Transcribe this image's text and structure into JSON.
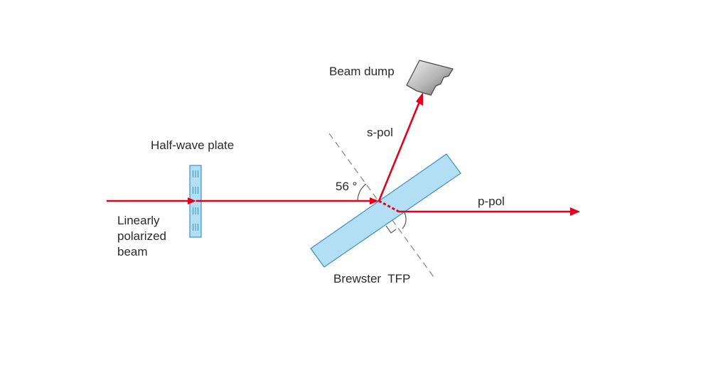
{
  "labels": {
    "half_wave_plate": "Half-wave plate",
    "input_beam": [
      "Linearly",
      "polarized",
      "beam"
    ],
    "beam_dump": "Beam dump",
    "s_pol": "s-pol",
    "p_pol": "p-pol",
    "angle": "56 °",
    "tfp": "Brewster  TFP"
  },
  "colors": {
    "beam": "#e3001b",
    "plate_fill": "#b3dff5",
    "plate_stroke": "#3c8fc4",
    "normal_line": "#8a8a8a",
    "dump_light": "#f0f0f0",
    "dump_dark": "#6e6e6e"
  }
}
